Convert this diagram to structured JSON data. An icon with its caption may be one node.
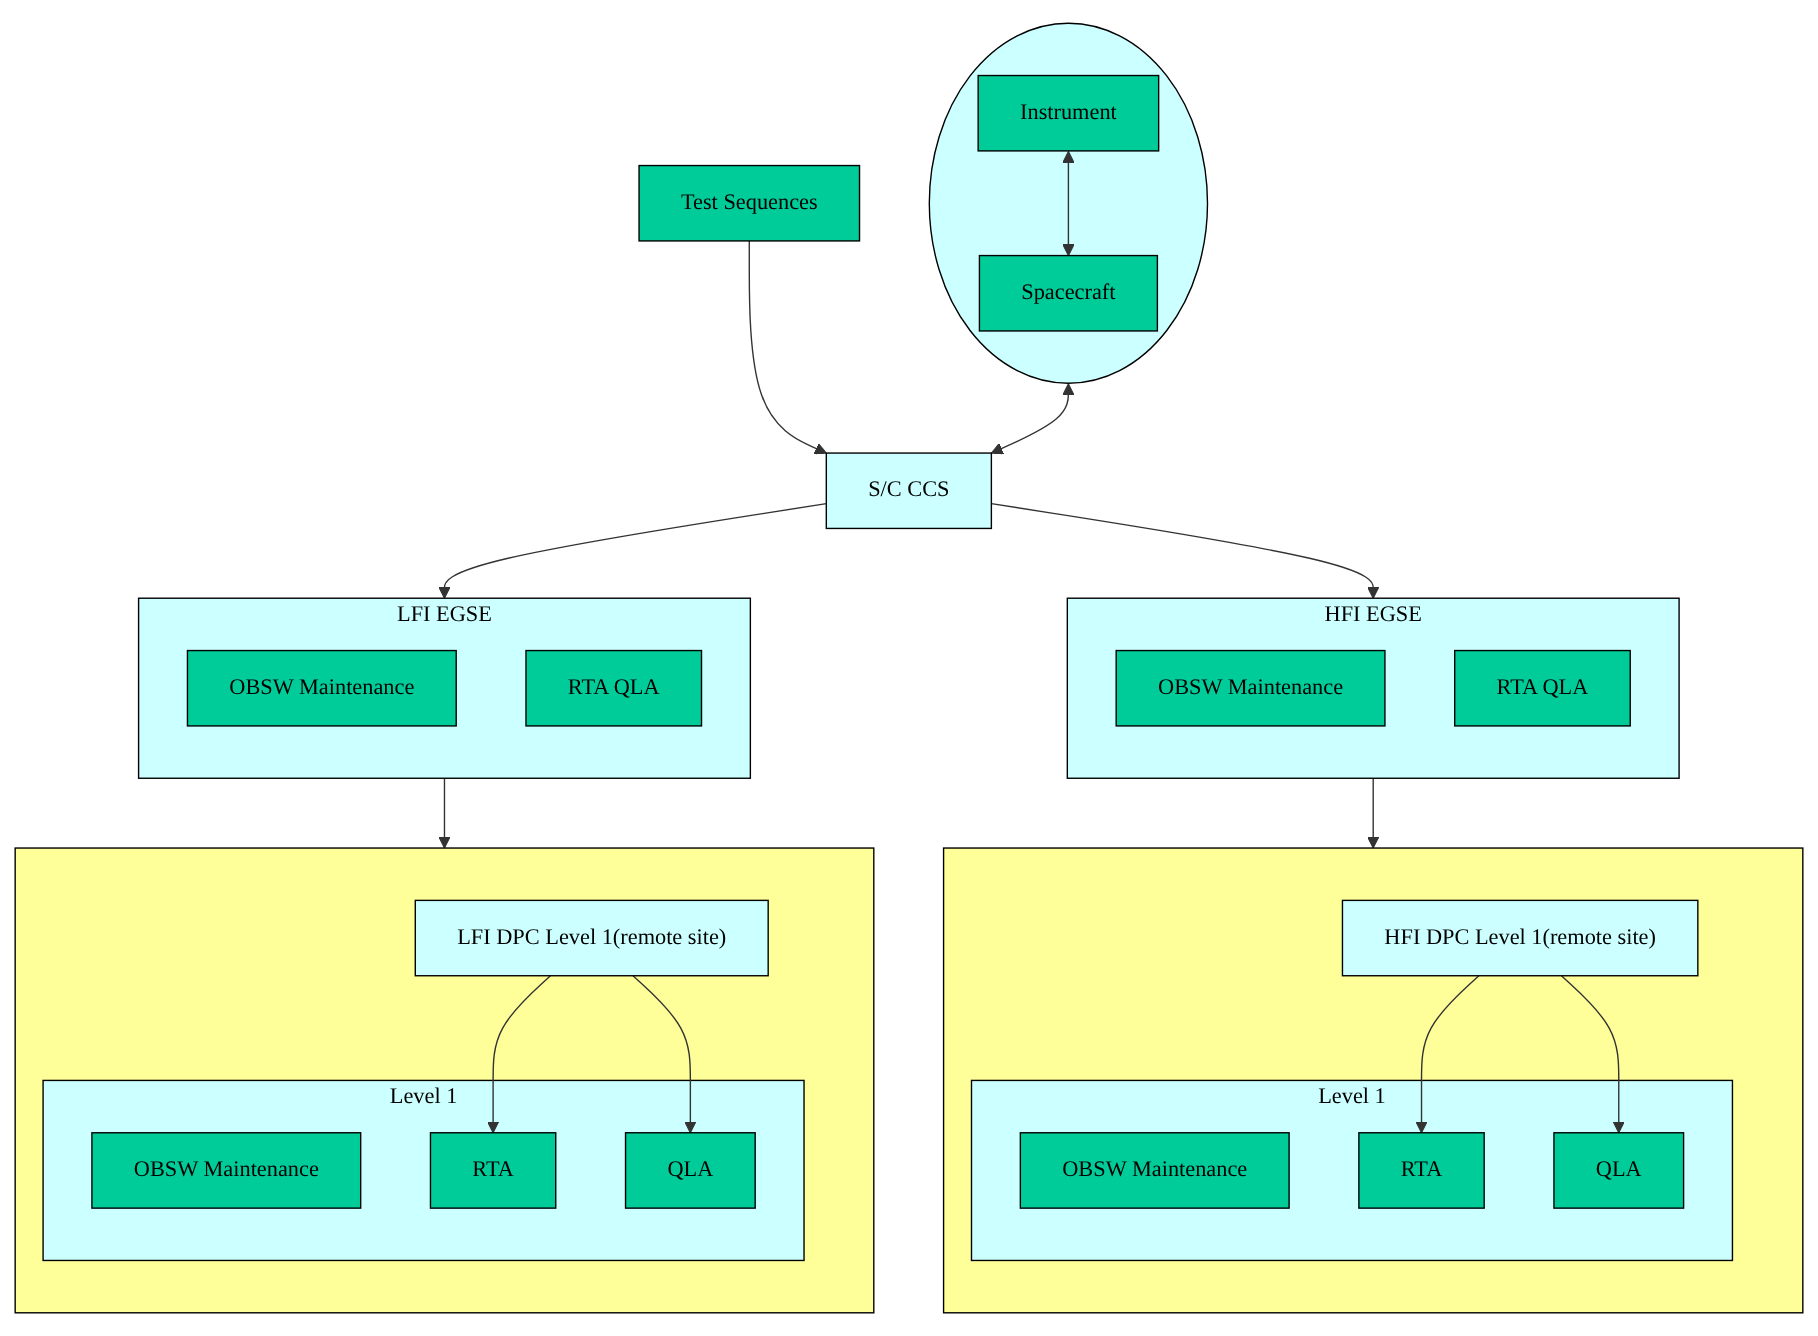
{
  "diagram": {
    "nodes": [
      {
        "text": [],
        "shape": "ellipse"
      },
      {
        "text": [
          "Instrument"
        ],
        "in": 0
      },
      {
        "text": [
          "Spacecraft"
        ],
        "in": 0
      },
      {
        "text": [
          "S/C CCS"
        ]
      },
      {
        "text": [
          "LFI EGSE"
        ]
      },
      {
        "text": [
          "OBSW Maintenance"
        ],
        "in": 4
      },
      {
        "text": [
          "RTA QLA"
        ],
        "in": 4
      },
      {
        "text": [
          "Test Sequences"
        ]
      },
      {
        "text": [
          "HFI EGSE"
        ]
      },
      {
        "text": [
          "OBSW Maintenance"
        ],
        "in": 8
      },
      {
        "text": [
          "RTA QLA"
        ],
        "in": 8
      },
      {
        "text": [],
        "shape": "box"
      },
      {
        "text": [
          "LFI DPC Level 1(remote site)"
        ],
        "in": 11
      },
      {
        "text": [
          "Level 1"
        ],
        "in": 11
      },
      {
        "text": [
          "OBSW Maintenance"
        ],
        "in": 13
      },
      {
        "text": [
          "RTA"
        ],
        "in": 13
      },
      {
        "text": [
          "QLA"
        ],
        "in": 13
      },
      {
        "text": [],
        "shape": "box"
      },
      {
        "text": [
          "HFI DPC Level 1(remote site)"
        ],
        "in": 17
      },
      {
        "text": [
          "Level 1"
        ],
        "in": 17
      },
      {
        "text": [
          "OBSW Maintenance"
        ],
        "in": 19
      },
      {
        "text": [
          "RTA"
        ],
        "in": 19
      },
      {
        "text": [
          "QLA"
        ],
        "in": 19
      }
    ],
    "edges": [
      {
        "from": 1,
        "to": 2,
        "arrow": "both"
      },
      {
        "from": 0,
        "to": 3,
        "arrow": "both"
      },
      {
        "from": 3,
        "to": 4,
        "arrow": "to"
      },
      {
        "from": 3,
        "to": 8,
        "arrow": "to"
      },
      {
        "from": 7,
        "to": 3,
        "arrow": "to"
      },
      {
        "from": 4,
        "to": 11,
        "arrow": "to"
      },
      {
        "from": 8,
        "to": 17,
        "arrow": "to"
      },
      {
        "from": 12,
        "to": 15,
        "arrow": "to"
      },
      {
        "from": 12,
        "to": 16,
        "arrow": "to"
      },
      {
        "from": 18,
        "to": 21,
        "arrow": "to"
      },
      {
        "from": 18,
        "to": 22,
        "arrow": "to"
      }
    ]
  }
}
